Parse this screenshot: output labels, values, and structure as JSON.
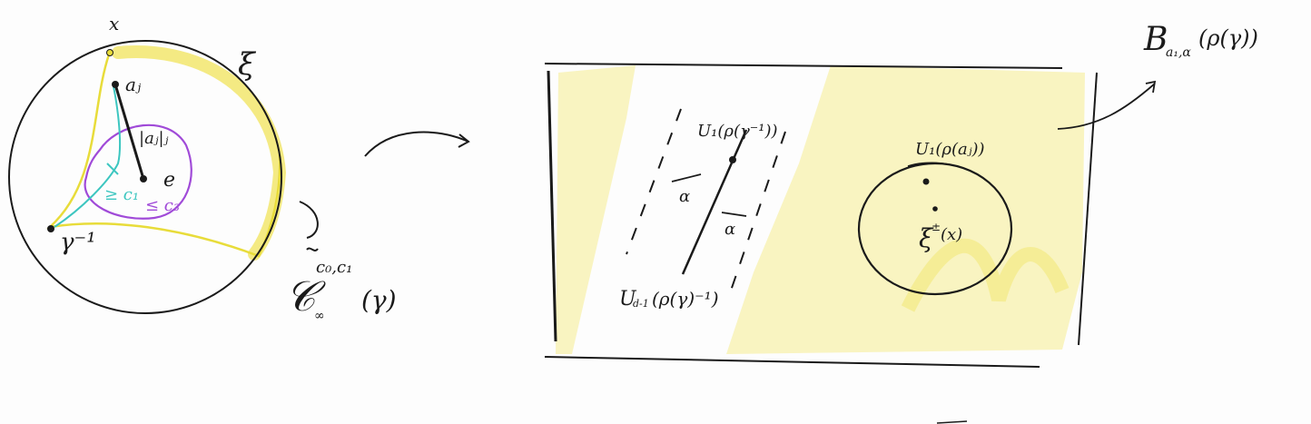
{
  "colors": {
    "ink": "#1a1a1a",
    "highlight_yellow": "#f5ec8a",
    "yellow_stroke": "#e8dc3a",
    "teal": "#3cc6c0",
    "purple": "#a04ad8"
  },
  "left_figure": {
    "label_x": "x",
    "label_xi": "ξ",
    "label_aj": "aⱼ",
    "label_aj_bracket": "|aⱼ|ⱼ",
    "label_e": "e",
    "label_geq_c1": "≥ c₁",
    "label_le_c3": "≤ c₃",
    "label_gamma_inv": "γ⁻¹"
  },
  "curly_label": {
    "text": "𝒞",
    "sub": "∞",
    "sup": "c₀,c₁",
    "arg": "(γ)"
  },
  "right_figure": {
    "label_B": "B",
    "label_B_sub": "a₁,α",
    "label_B_arg": "(ρ(γ))",
    "label_U1_top": "U₁(ρ(γ⁻¹))",
    "label_alpha_1": "α",
    "label_alpha_2": "α",
    "label_Ud": "U",
    "label_Ud_sub": "d-1",
    "label_Ud_arg": "(ρ(γ)⁻¹)",
    "label_U1_aj": "U₁(ρ(aⱼ))",
    "label_xi_x": "ξ",
    "label_xi_x_sup": "±",
    "label_xi_x_arg": "(x)"
  }
}
